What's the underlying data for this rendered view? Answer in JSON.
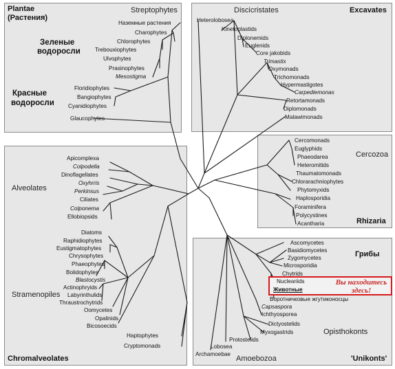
{
  "colors": {
    "panel": "#e7e7e7",
    "border": "#8a8a8a",
    "highlight": "#d6191b",
    "note_text": "#c92a2a"
  },
  "plantae": {
    "title": "Plantae",
    "title_ru": "(Растения)",
    "group": "Streptophytes",
    "green_algae": [
      "Зеленые",
      "водоросли"
    ],
    "red_algae": [
      "Красные",
      "водоросли"
    ],
    "taxa": [
      "Наземные растения",
      "Charophytes",
      "Chlorophytes",
      "Trebouxiophytes",
      "Ulvophytes",
      "Prasinophytes",
      "Mesostigma",
      "Floridiophytes",
      "Bangiophytes",
      "Cyanidiophytes",
      "Glaucophytes"
    ]
  },
  "excavates": {
    "title": "Excavates",
    "group": "Discicristates",
    "taxa": [
      "Heterolobosea",
      "Kinetoplastids",
      "Diplonemids",
      "Euglenids",
      "Core jakobids",
      "Trimastix",
      "Oxymonads",
      "Trichomonads",
      "Hypermastigotes",
      "Carpediemonas",
      "Retortamonads",
      "Diplomonads",
      "Malawimonads"
    ]
  },
  "rhizaria": {
    "title": "Rhizaria",
    "group": "Cercozoa",
    "taxa": [
      "Cercomonads",
      "Euglyphids",
      "Phaeodarea",
      "Heteromitids",
      "Thaumatomonads",
      "Chlorarachniophytes",
      "Phytomyxids",
      "Haplosporidia",
      "Foraminifera",
      "Polycystines",
      "Acantharia"
    ]
  },
  "chromalveolates": {
    "title": "Chromalveolates",
    "alveolates_label": "Alveolates",
    "stramenopiles_label": "Stramenopiles",
    "alveolates": [
      "Apicomplexa",
      "Colpodella",
      "Dinoflagellates",
      "Oxyhrris",
      "Perkinsus",
      "Ciliates",
      "Colponema",
      "Ellobiopsids"
    ],
    "stramenopiles": [
      "Diatoms",
      "Raphidiophytes",
      "Eustigmatophytes",
      "Chrysophytes",
      "Phaeophytes",
      "Bolidophytes",
      "Blastocystis",
      "Actinophryids",
      "Labyrinthulids",
      "Thraustrochytrids",
      "Oomycetes",
      "Opalinids",
      "Bicosoecids"
    ],
    "others": [
      "Haptophytes",
      "Cryptomonads"
    ]
  },
  "unikonts": {
    "title": "'Unikonts'",
    "fungi_label": "Грибы",
    "opisthokonts_label": "Opisthokonts",
    "amoebozoa_label": "Amoebozoa",
    "fungi": [
      "Ascomycetes",
      "Basidiomycetes",
      "Zygomycetes",
      "Microsporidia",
      "Chytrids"
    ],
    "opisthokonts": [
      "Nucleariids",
      "Животные",
      "Воротничковые жгутиконосцы",
      "Capsaspora",
      "Ichthyosporea"
    ],
    "amoebozoa": [
      "Dictyostelids",
      "Myxogastrids",
      "Protostelids",
      "Lobosea",
      "Archamoebae"
    ]
  },
  "highlight_note": [
    "Вы находитесь",
    "здесь!"
  ]
}
